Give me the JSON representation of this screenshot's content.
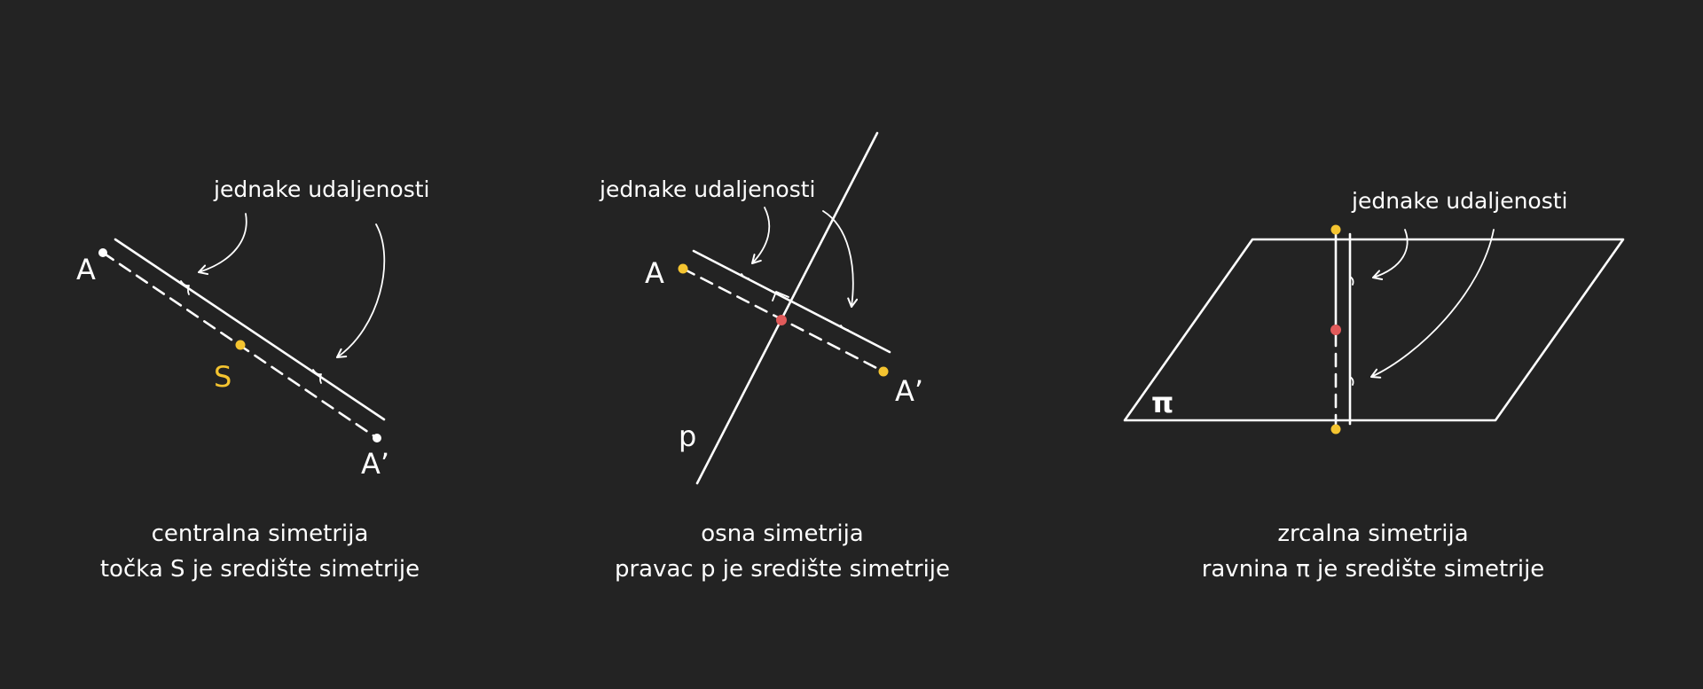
{
  "colors": {
    "background": "#232323",
    "line": "#ffffff",
    "center_point": "#f4c430",
    "intersection_point": "#e05a5a"
  },
  "panel1": {
    "annotation": "jednake udaljenosti",
    "point_a": "A",
    "point_a_prime": "A’",
    "point_s": "S",
    "caption_line1": "centralna simetrija",
    "caption_line2": "točka S je središte simetrije"
  },
  "panel2": {
    "annotation": "jednake udaljenosti",
    "point_a": "A",
    "point_a_prime": "A’",
    "line_p": "p",
    "caption_line1": "osna simetrija",
    "caption_line2": "pravac p je središte simetrije"
  },
  "panel3": {
    "annotation": "jednake udaljenosti",
    "plane_label": "π",
    "caption_line1": "zrcalna simetrija",
    "caption_line2": "ravnina π je središte simetrije"
  }
}
